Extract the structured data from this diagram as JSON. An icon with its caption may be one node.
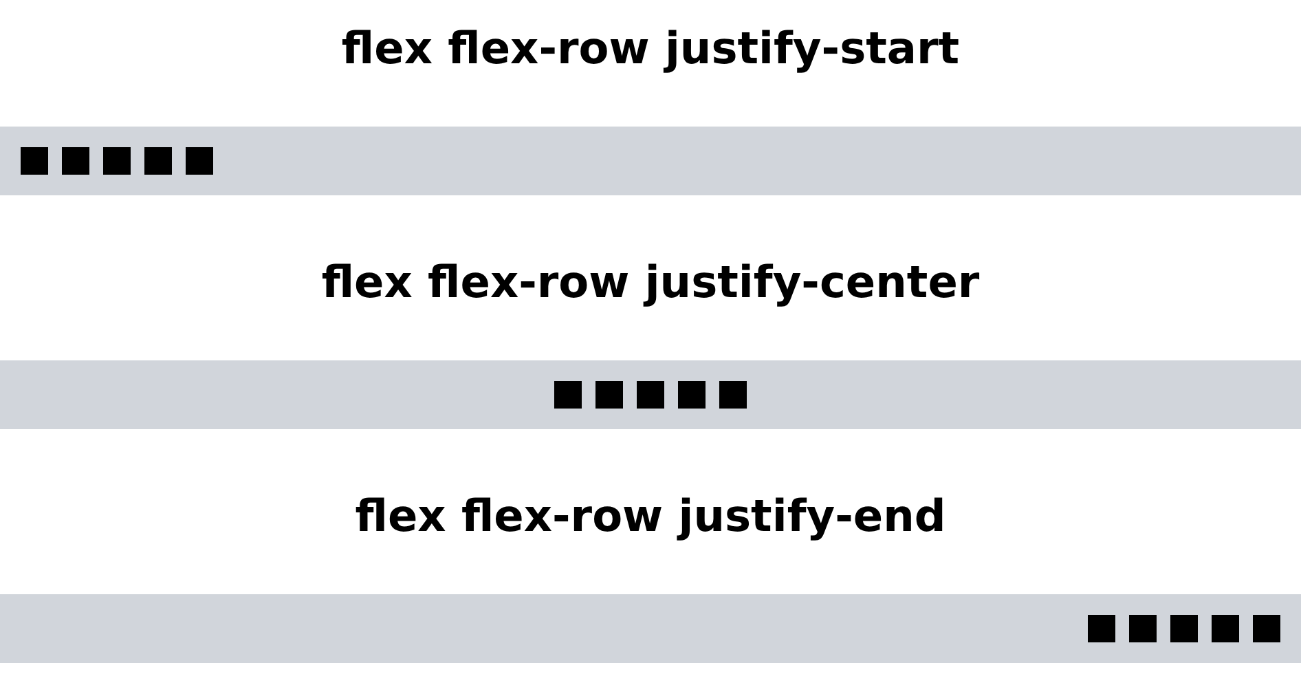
{
  "diagram": {
    "labels": [
      "flex flex-row justify-start",
      "flex flex-row justify-center",
      "flex flex-row justify-end"
    ]
  }
}
